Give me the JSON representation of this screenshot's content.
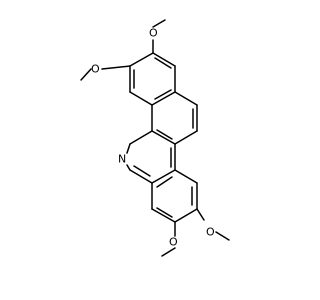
{
  "molecule": {
    "atoms": {
      "nitrogen": "N",
      "oxygen": "O"
    },
    "substituents": [
      {
        "id": "ome-top",
        "label": "O"
      },
      {
        "id": "ome-upper-left",
        "label": "O"
      },
      {
        "id": "ome-lower-right",
        "label": "O"
      },
      {
        "id": "ome-bottom",
        "label": "O"
      }
    ],
    "colors": {
      "bond": "#000000",
      "text": "#000000",
      "background": "#ffffff"
    }
  }
}
